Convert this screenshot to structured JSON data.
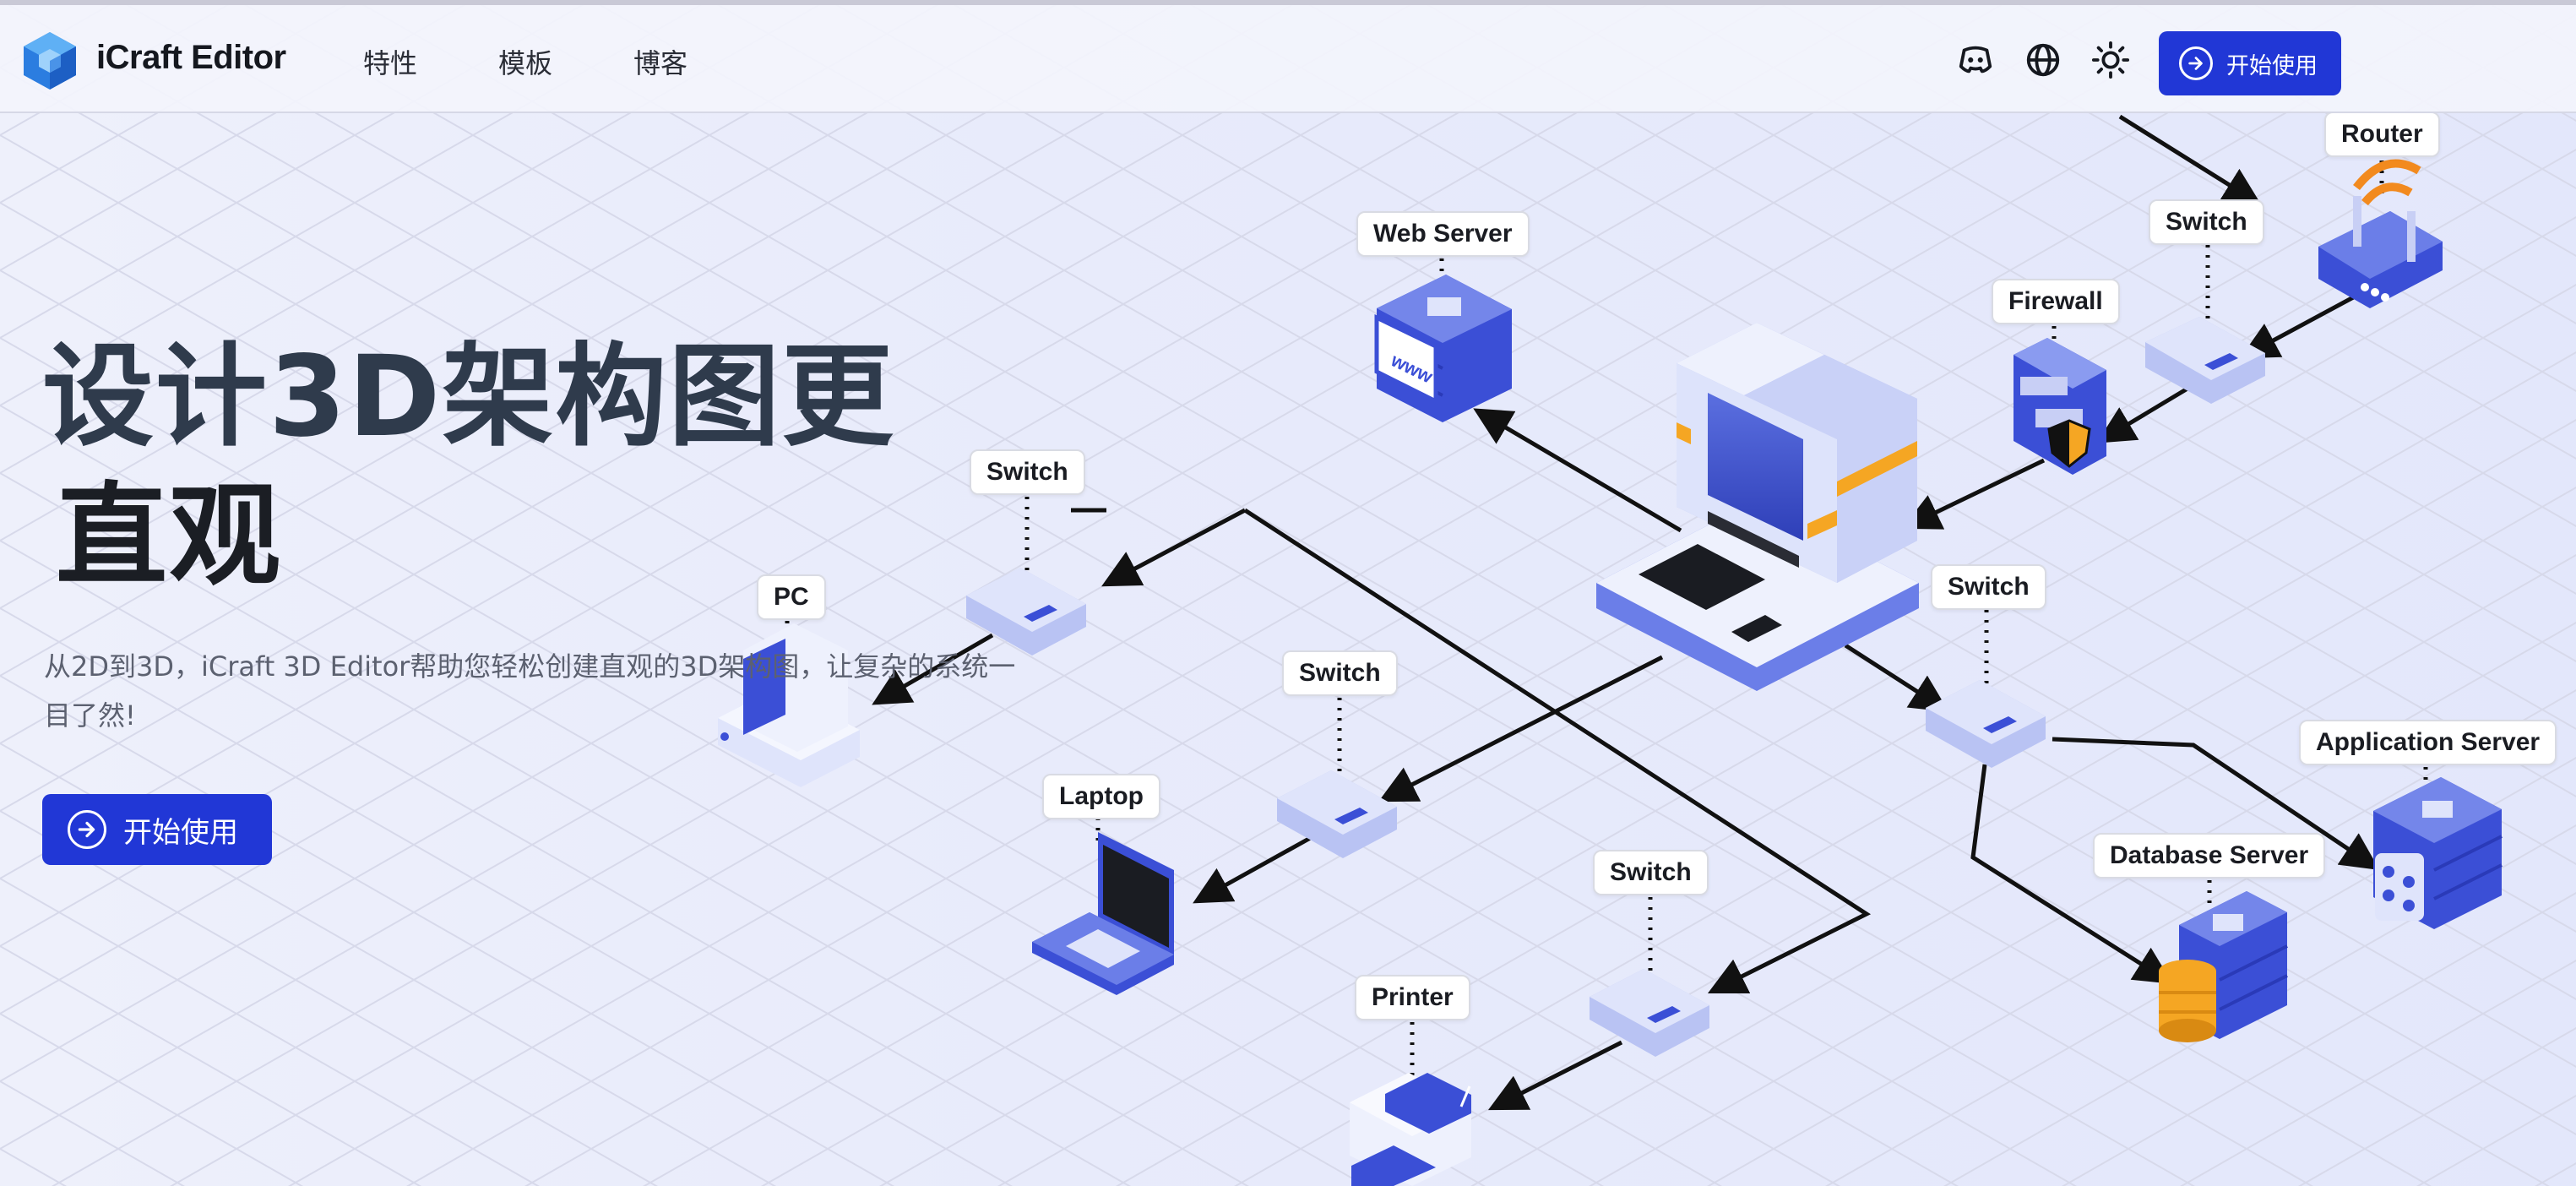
{
  "header": {
    "brand": "iCraft Editor",
    "nav": [
      "特性",
      "模板",
      "博客"
    ],
    "icons": [
      "discord-icon",
      "globe-icon",
      "sun-icon"
    ],
    "start_label": "开始使用"
  },
  "hero": {
    "title_line1": "设计3D架构图更",
    "title_line2": "直观",
    "description": "从2D到3D，iCraft 3D Editor帮助您轻松创建直观的3D架构图，让复杂的系统一目了然!",
    "cta_label": "开始使用"
  },
  "diagram": {
    "labels": {
      "router": "Router",
      "switch_top": "Switch",
      "firewall": "Firewall",
      "web_server": "Web Server",
      "switch_left": "Switch",
      "pc": "PC",
      "switch_mid": "Switch",
      "laptop": "Laptop",
      "switch_right": "Switch",
      "application_server": "Application Server",
      "database_server": "Database Server",
      "switch_bottom": "Switch",
      "printer": "Printer"
    }
  },
  "colors": {
    "accent": "#2137d6",
    "device_blue": "#3b4fd6",
    "orange": "#f5a623"
  }
}
